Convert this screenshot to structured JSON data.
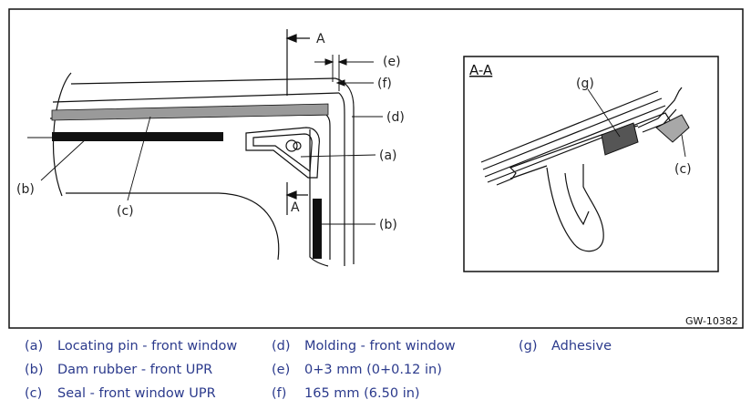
{
  "figure_id": "GW-10382",
  "section_label": "A-A",
  "section_markers": [
    "A",
    "A"
  ],
  "callouts": {
    "a": "(a)",
    "b": "(b)",
    "c": "(c)",
    "d": "(d)",
    "e": "(e)",
    "f": "(f)",
    "g": "(g)"
  },
  "legend": [
    {
      "key": "(a)",
      "text": "Locating pin - front window"
    },
    {
      "key": "(b)",
      "text": "Dam rubber - front UPR"
    },
    {
      "key": "(c)",
      "text": "Seal - front window UPR"
    },
    {
      "key": "(d)",
      "text": "Molding - front window"
    },
    {
      "key": "(e)",
      "text": "0+3 mm (0+0.12 in)"
    },
    {
      "key": "(f)",
      "text": "165 mm (6.50 in)"
    },
    {
      "key": "(g)",
      "text": "Adhesive"
    }
  ],
  "colors": {
    "legend_text": "#2b3a8c",
    "line": "#111111",
    "seal_gray": "#9a9a9a",
    "adhesive_dark": "#555555"
  }
}
